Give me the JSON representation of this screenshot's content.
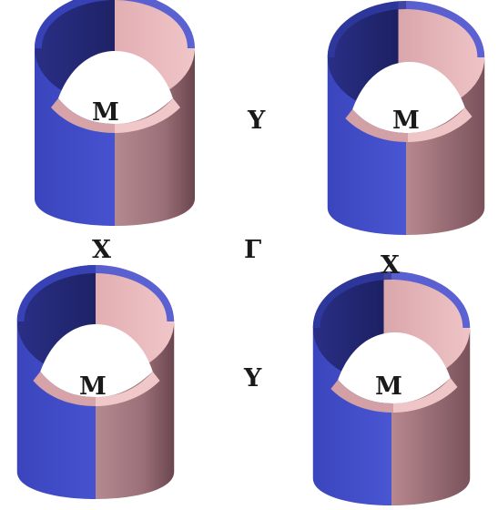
{
  "labels": {
    "m": "M",
    "y": "Y",
    "x": "X",
    "gamma": "Γ"
  },
  "colors": {
    "blue_dark": "#1c1f66",
    "blue_mid": "#3a44b8",
    "blue_light": "#5562d6",
    "pink_light": "#e6b4b6",
    "pink_mid": "#c7969b",
    "brown_dark": "#6e4a52",
    "background": "#ffffff"
  }
}
